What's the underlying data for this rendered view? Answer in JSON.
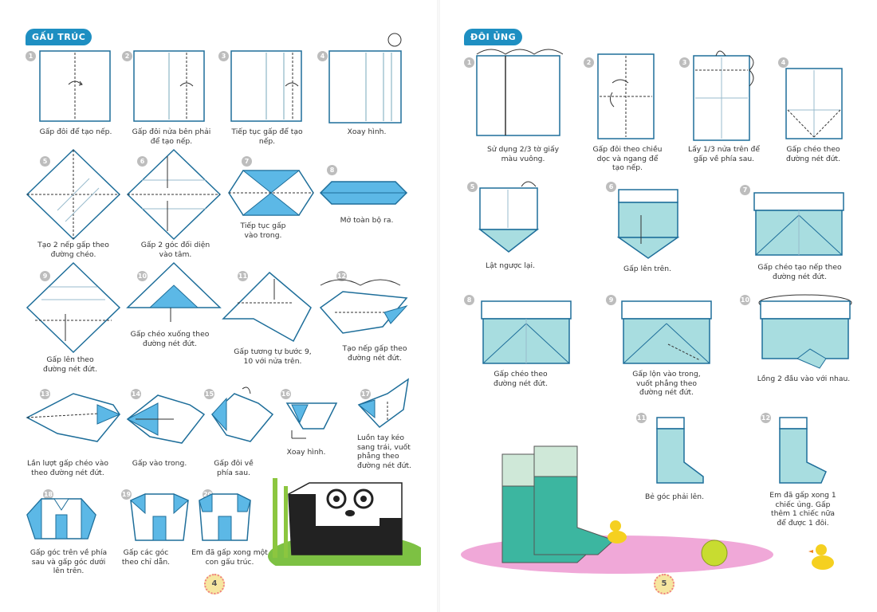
{
  "left": {
    "title": "GẤU TRÚC",
    "page_number": "4",
    "steps": [
      {
        "num": "1",
        "text": "Gấp đôi để tạo nếp."
      },
      {
        "num": "2",
        "text": "Gấp đôi nửa bên phải để tạo nếp."
      },
      {
        "num": "3",
        "text": "Tiếp tục gấp để tạo nếp."
      },
      {
        "num": "4",
        "text": "Xoay hình."
      },
      {
        "num": "5",
        "text": "Tạo 2 nếp gấp theo đường chéo."
      },
      {
        "num": "6",
        "text": "Gấp 2 góc đối diện vào tâm."
      },
      {
        "num": "7",
        "text": "Tiếp tục gấp vào trong."
      },
      {
        "num": "8",
        "text": "Mở toàn bộ ra."
      },
      {
        "num": "9",
        "text": "Gấp lên theo đường nét đứt."
      },
      {
        "num": "10",
        "text": "Gấp chéo xuống theo đường nét đứt."
      },
      {
        "num": "11",
        "text": "Gấp tương tự bước 9, 10 với nửa trên."
      },
      {
        "num": "12",
        "text": "Tạo nếp gấp theo đường nét đứt."
      },
      {
        "num": "13",
        "text": "Lần lượt gấp chéo vào theo đường nét đứt."
      },
      {
        "num": "14",
        "text": "Gấp vào trong."
      },
      {
        "num": "15",
        "text": "Gấp đôi về phía sau."
      },
      {
        "num": "16",
        "text": "Xoay hình."
      },
      {
        "num": "17",
        "text": "Luồn tay kéo sang trái, vuốt phẳng theo đường nét đứt."
      },
      {
        "num": "18",
        "text": "Gấp góc trên về phía sau và gấp góc dưới lên trên."
      },
      {
        "num": "19",
        "text": "Gấp các góc theo chỉ dẫn."
      },
      {
        "num": "20",
        "text": "Em đã gấp xong một con gấu trúc."
      }
    ]
  },
  "right": {
    "title": "ĐÔI ỦNG",
    "page_number": "5",
    "steps": [
      {
        "num": "1",
        "text": "Sử dụng 2/3 tờ giấy màu vuông."
      },
      {
        "num": "2",
        "text": "Gấp đôi theo chiều dọc và ngang để tạo nếp."
      },
      {
        "num": "3",
        "text": "Lấy 1/3 nửa trên để gấp về phía sau."
      },
      {
        "num": "4",
        "text": "Gấp chéo theo đường nét đứt."
      },
      {
        "num": "5",
        "text": "Lật ngược lại."
      },
      {
        "num": "6",
        "text": "Gấp lên trên."
      },
      {
        "num": "7",
        "text": "Gấp chéo tạo nếp theo đường nét đứt."
      },
      {
        "num": "8",
        "text": "Gấp chéo theo đường nét đứt."
      },
      {
        "num": "9",
        "text": "Gấp lộn vào trong, vuốt phẳng theo đường nét đứt."
      },
      {
        "num": "10",
        "text": "Lồng 2 đầu vào với nhau."
      },
      {
        "num": "11",
        "text": "Bẻ góc phải lên."
      },
      {
        "num": "12",
        "text": "Em đã gấp xong 1 chiếc ủng. Gấp thêm 1 chiếc nữa để được 1 đôi."
      }
    ]
  },
  "colors": {
    "accent": "#1e8fc2",
    "paper_blue": "#5cb8e6",
    "paper_teal": "#a8dde0",
    "boot_green": "#3cb6a0",
    "mat_pink": "#f0a8d8"
  }
}
